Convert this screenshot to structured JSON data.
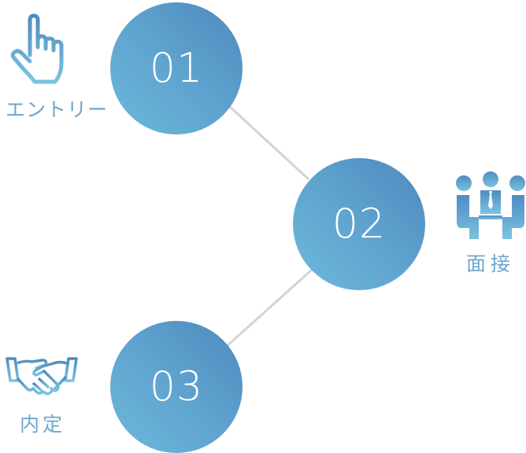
{
  "colors": {
    "circle_start": "#6cb9db",
    "circle_end": "#4d89bd",
    "connector": "#d4d4d4",
    "label": "#6fa7cc",
    "icon_light": "#7bc3e0",
    "icon_dark": "#4f8cc1"
  },
  "steps": [
    {
      "number": "01",
      "label": "エントリー",
      "icon": "pointing-hand-icon"
    },
    {
      "number": "02",
      "label": "面接",
      "icon": "interview-people-icon"
    },
    {
      "number": "03",
      "label": "内定",
      "icon": "handshake-icon"
    }
  ]
}
